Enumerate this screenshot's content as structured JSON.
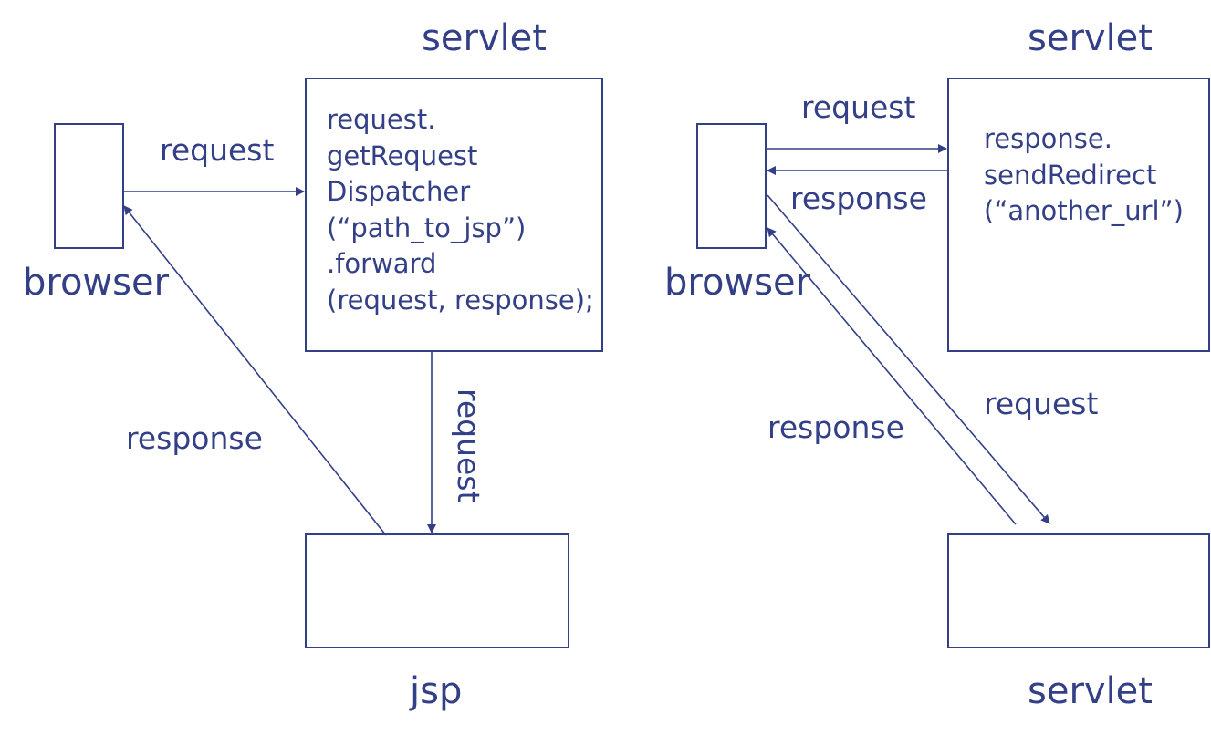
{
  "left": {
    "servlet_label": "servlet",
    "browser_label": "browser",
    "jsp_label": "jsp",
    "request_label": "request",
    "response_label": "response",
    "forward_request_label": "request",
    "servlet_code": [
      "request.",
      "getRequest",
      "Dispatcher",
      "(“path_to_jsp”)",
      ".forward",
      "(request, response);"
    ]
  },
  "right": {
    "servlet_label": "servlet",
    "browser_label": "browser",
    "servlet2_label": "servlet",
    "request_label": "request",
    "response_label": "response",
    "second_request_label": "request",
    "second_response_label": "response",
    "servlet_code": [
      "response.",
      "sendRedirect",
      "(“another_url”)"
    ]
  },
  "colors": {
    "ink": "#333f86",
    "background": "#ffffff"
  }
}
